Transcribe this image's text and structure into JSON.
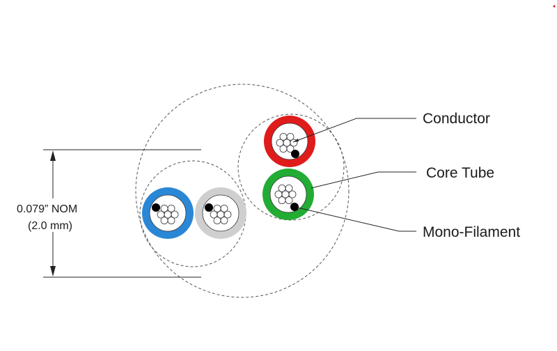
{
  "labels": {
    "conductor": "Conductor",
    "core_tube": "Core Tube",
    "mono_filament": "Mono-Filament"
  },
  "dimension": {
    "line1": "0.079” NOM",
    "line2": "(2.0 mm)"
  },
  "colors": {
    "red_tube": "#e01b1b",
    "green_tube": "#22ac34",
    "blue_tube": "#2a87d6",
    "grey_tube": "#cfcfcf",
    "dashed_outline": "#555555",
    "corner_mark": "#e01b1b"
  }
}
